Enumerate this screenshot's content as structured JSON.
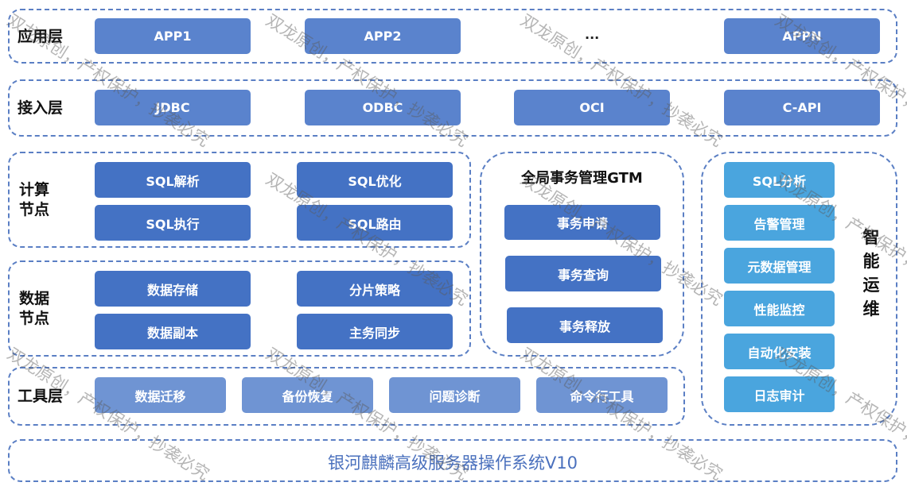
{
  "layers": {
    "app": {
      "label": "应用层",
      "items": [
        "APP1",
        "APP2",
        "APPN"
      ],
      "ellipsis": "..."
    },
    "access": {
      "label": "接入层",
      "items": [
        "JDBC",
        "ODBC",
        "OCI",
        "C-API"
      ]
    },
    "compute": {
      "label": "计算\n节点",
      "items": [
        "SQL解析",
        "SQL优化",
        "SQL执行",
        "SQL路由"
      ]
    },
    "data": {
      "label": "数据\n节点",
      "items": [
        "数据存储",
        "分片策略",
        "数据副本",
        "主务同步"
      ]
    },
    "tools": {
      "label": "工具层",
      "items": [
        "数据迁移",
        "备份恢复",
        "问题诊断",
        "命令行工具"
      ]
    }
  },
  "gtm": {
    "title": "全局事务管理GTM",
    "items": [
      "事务申请",
      "事务查询",
      "事务释放"
    ]
  },
  "ops": {
    "label": "智能运维",
    "items": [
      "SQL分析",
      "告警管理",
      "元数据管理",
      "性能监控",
      "自动化安装",
      "日志审计"
    ]
  },
  "os": {
    "label": "银河麒麟高级服务器操作系统V10"
  },
  "watermark": {
    "text": "双龙原创，产权保护，抄袭必究"
  },
  "colors": {
    "group_border": "#5b7fc4",
    "box_app": "#5a83cd",
    "box_main": "#4472c4",
    "box_tool": "#6f94d3",
    "box_ops": "#4aa5de",
    "os_text": "#4a70bd"
  }
}
